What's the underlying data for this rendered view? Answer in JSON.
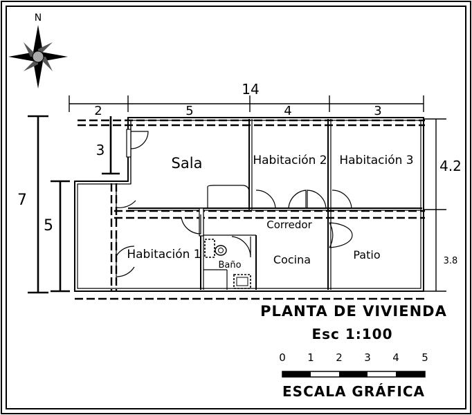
{
  "compass": {
    "north_label": "N"
  },
  "dimensions": {
    "total_width": "14",
    "seg_1": "2",
    "seg_2": "5",
    "seg_3": "4",
    "seg_4": "3",
    "left_total": "7",
    "left_lower": "5",
    "left_upper": "3",
    "right_upper": "4.2",
    "right_lower": "3.8"
  },
  "rooms": {
    "sala": "Sala",
    "habitacion_1": "Habitación 1",
    "habitacion_2": "Habitación 2",
    "habitacion_3": "Habitación 3",
    "corredor": "Corredor",
    "bano": "Baño",
    "cocina": "Cocina",
    "patio": "Patio"
  },
  "title": {
    "main": "PLANTA DE VIVIENDA",
    "scale": "Esc 1:100"
  },
  "scale_bar": {
    "ticks": [
      "0",
      "1",
      "2",
      "3",
      "4",
      "5"
    ],
    "label": "ESCALA GRÁFICA"
  }
}
